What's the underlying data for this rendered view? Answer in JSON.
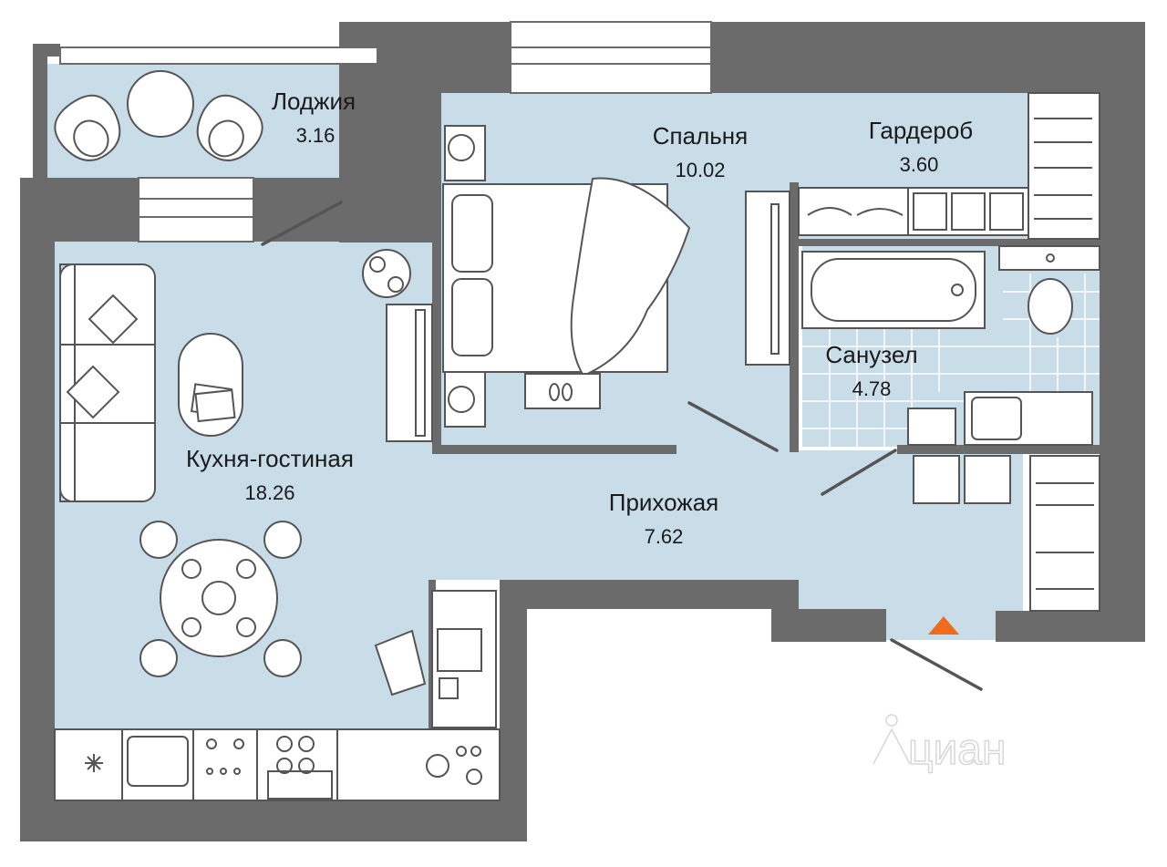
{
  "rooms": [
    {
      "id": "loggia",
      "name": "Лоджия",
      "area": "3.16"
    },
    {
      "id": "bedroom",
      "name": "Спальня",
      "area": "10.02"
    },
    {
      "id": "wardrobe",
      "name": "Гардероб",
      "area": "3.60"
    },
    {
      "id": "bathroom",
      "name": "Санузел",
      "area": "4.78"
    },
    {
      "id": "kitchen_living",
      "name": "Кухня-гостиная",
      "area": "18.26"
    },
    {
      "id": "hallway",
      "name": "Прихожая",
      "area": "7.62"
    }
  ],
  "watermark": "циан",
  "colors": {
    "floor": "#c9dde9",
    "wall": "#6b6b6b",
    "entrance_marker": "#f26b1d",
    "furniture_stroke": "#555555"
  },
  "icons": [
    "entrance-arrow-icon",
    "snowflake-icon",
    "cian-logo-icon"
  ]
}
